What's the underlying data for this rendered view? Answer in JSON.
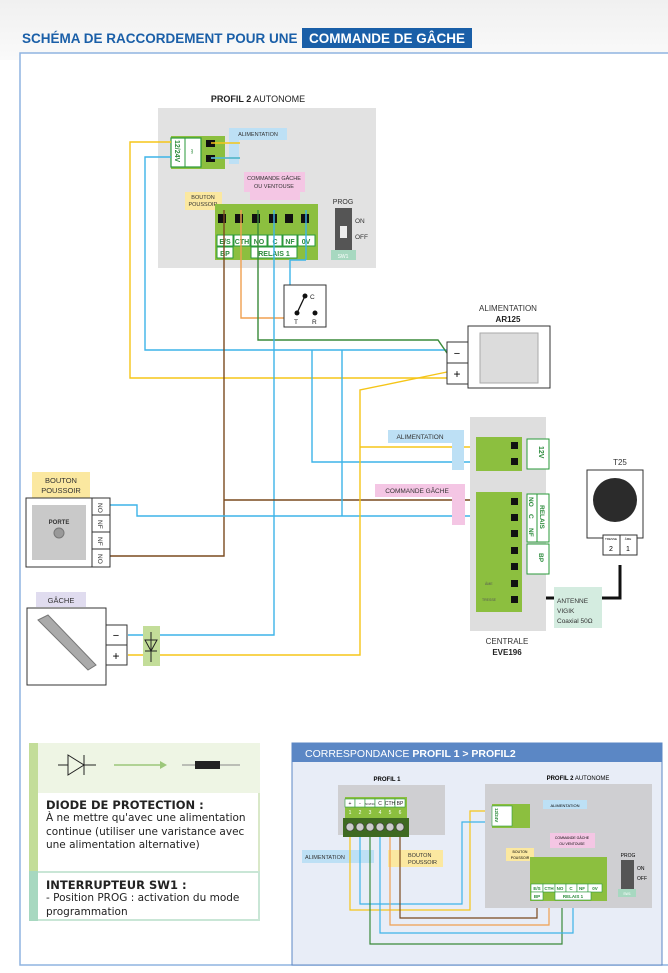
{
  "title": {
    "prefix": "SCHÉMA DE RACCORDEMENT POUR UNE",
    "highlight": "COMMANDE DE GÂCHE"
  },
  "colors": {
    "title_blue": "#1a5fa8",
    "wire_yellow": "#f5c518",
    "wire_blue": "#3db4e8",
    "wire_green": "#3a8a3a",
    "wire_orange": "#f0a050",
    "wire_brown": "#7a4a1e",
    "terminal_green": "#8cbf3f",
    "panel_blue": "#5b87c5"
  },
  "profil2": {
    "title_bold": "PROFIL 2",
    "title_rest": "AUTONOME",
    "power_label": "12/24V",
    "power_symbol": "⎓",
    "alimentation": "ALIMENTATION",
    "commande_1": "COMMANDE GÂCHE",
    "commande_2": "OU VENTOUSE",
    "bouton_1": "BOUTON",
    "bouton_2": "POUSSOIR",
    "terminals": [
      "E/S",
      "CTH",
      "NO",
      "C",
      "NF",
      "0V"
    ],
    "bp": "BP",
    "relais": "RELAIS 1",
    "prog": "PROG",
    "on": "ON",
    "off": "OFF",
    "sw1": "SW1"
  },
  "switch_box": {
    "c": "C",
    "t": "T",
    "r": "R"
  },
  "ar125": {
    "label": "ALIMENTATION",
    "model": "AR125",
    "minus": "−",
    "plus": "+"
  },
  "centrale": {
    "alimentation": "ALIMENTATION",
    "commande": "COMMANDE GÂCHE",
    "v12": "12V",
    "no": "NO",
    "c": "C",
    "nf": "NF",
    "relais": "RELAIS",
    "bp": "BP",
    "ame": "ÂME",
    "tresse": "TRESSE",
    "label": "CENTRALE",
    "model": "EVE196"
  },
  "t25": {
    "label": "T25",
    "pins": [
      "2",
      "1"
    ],
    "pin_labels": [
      "TRESSE",
      "ÂME"
    ]
  },
  "antenne": {
    "line1": "ANTENNE",
    "line2": "VIGIK",
    "line3": "Coaxial 50Ω"
  },
  "bouton": {
    "label_1": "BOUTON",
    "label_2": "POUSSOIR",
    "plate": "PORTE",
    "pins": [
      "NO",
      "NF",
      "NF",
      "NO"
    ]
  },
  "gache": {
    "label": "GÂCHE",
    "minus": "−",
    "plus": "+"
  },
  "notes": {
    "diode_title": "DIODE DE PROTECTION :",
    "diode_text": "À ne mettre qu'avec une alimentation continue (utiliser une  varistance avec une alimentation alternative)",
    "sw1_title": "INTERRUPTEUR SW1 :",
    "sw1_text": "- Position PROG : activation du mode programmation"
  },
  "correspondance": {
    "title_rest": "CORRESPONDANCE",
    "title_bold": "PROFIL 1 > PROFIL2",
    "profil1": "PROFIL 1",
    "p1_terms": [
      "+",
      "-",
      "NO/NC",
      "C",
      "CTH",
      "BP"
    ],
    "p1_nums": [
      "1",
      "2",
      "3",
      "4",
      "5",
      "6"
    ],
    "alimentation": "ALIMENTATION",
    "bouton_1": "BOUTON",
    "bouton_2": "POUSSOIR"
  }
}
